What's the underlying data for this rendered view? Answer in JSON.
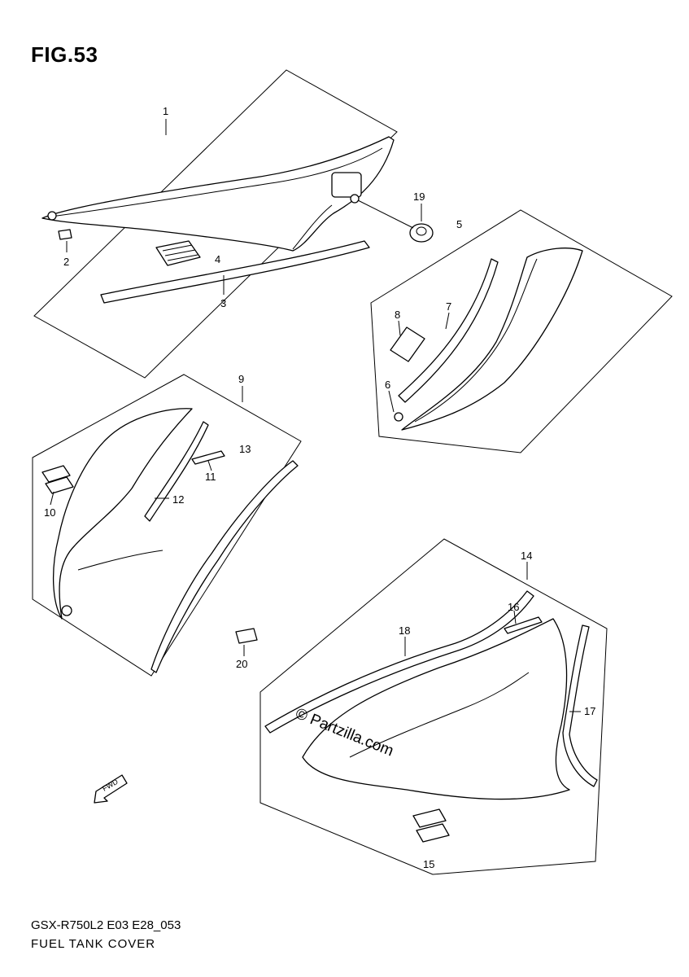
{
  "figure": {
    "title": "FIG.53"
  },
  "footer": {
    "code": "GSX-R750L2 E03 E28_053",
    "name": "FUEL TANK COVER"
  },
  "watermark": {
    "text": "© Partzilla.com"
  },
  "fwd_label": "FWD",
  "callouts": [
    "1",
    "2",
    "3",
    "4",
    "5",
    "6",
    "7",
    "8",
    "9",
    "10",
    "11",
    "12",
    "13",
    "14",
    "15",
    "16",
    "17",
    "18",
    "19",
    "20"
  ]
}
